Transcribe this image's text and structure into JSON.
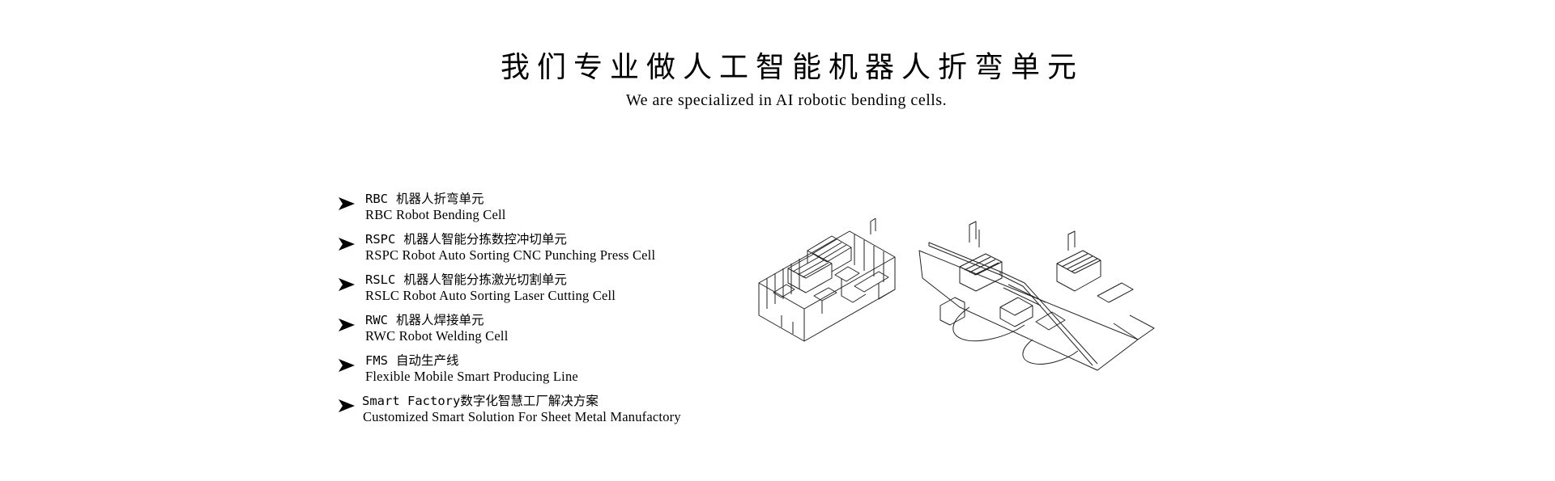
{
  "heading": {
    "zh": "我们专业做人工智能机器人折弯单元",
    "en": "We are specialized in AI robotic bending cells."
  },
  "items": [
    {
      "code": "RBC",
      "zh": "机器人折弯单元",
      "en": "RBC Robot Bending Cell"
    },
    {
      "code": "RSPC",
      "zh": "机器人智能分拣数控冲切单元",
      "en": "RSPC Robot Auto Sorting CNC Punching Press Cell"
    },
    {
      "code": "RSLC",
      "zh": "机器人智能分拣激光切割单元",
      "en": "RSLC Robot Auto Sorting Laser Cutting Cell"
    },
    {
      "code": "RWC",
      "zh": "机器人焊接单元",
      "en": "RWC Robot Welding Cell"
    },
    {
      "code": "FMS",
      "zh": "自动生产线",
      "en": "Flexible Mobile Smart Producing Line"
    },
    {
      "code": "Smart Factory",
      "zh": "数字化智慧工厂解决方案",
      "en": "Customized Smart Solution For Sheet Metal Manufactory"
    }
  ],
  "colors": {
    "text": "#000000",
    "background": "#ffffff",
    "line": "#222222"
  },
  "icons": {
    "bullet": "arrowhead-icon"
  }
}
